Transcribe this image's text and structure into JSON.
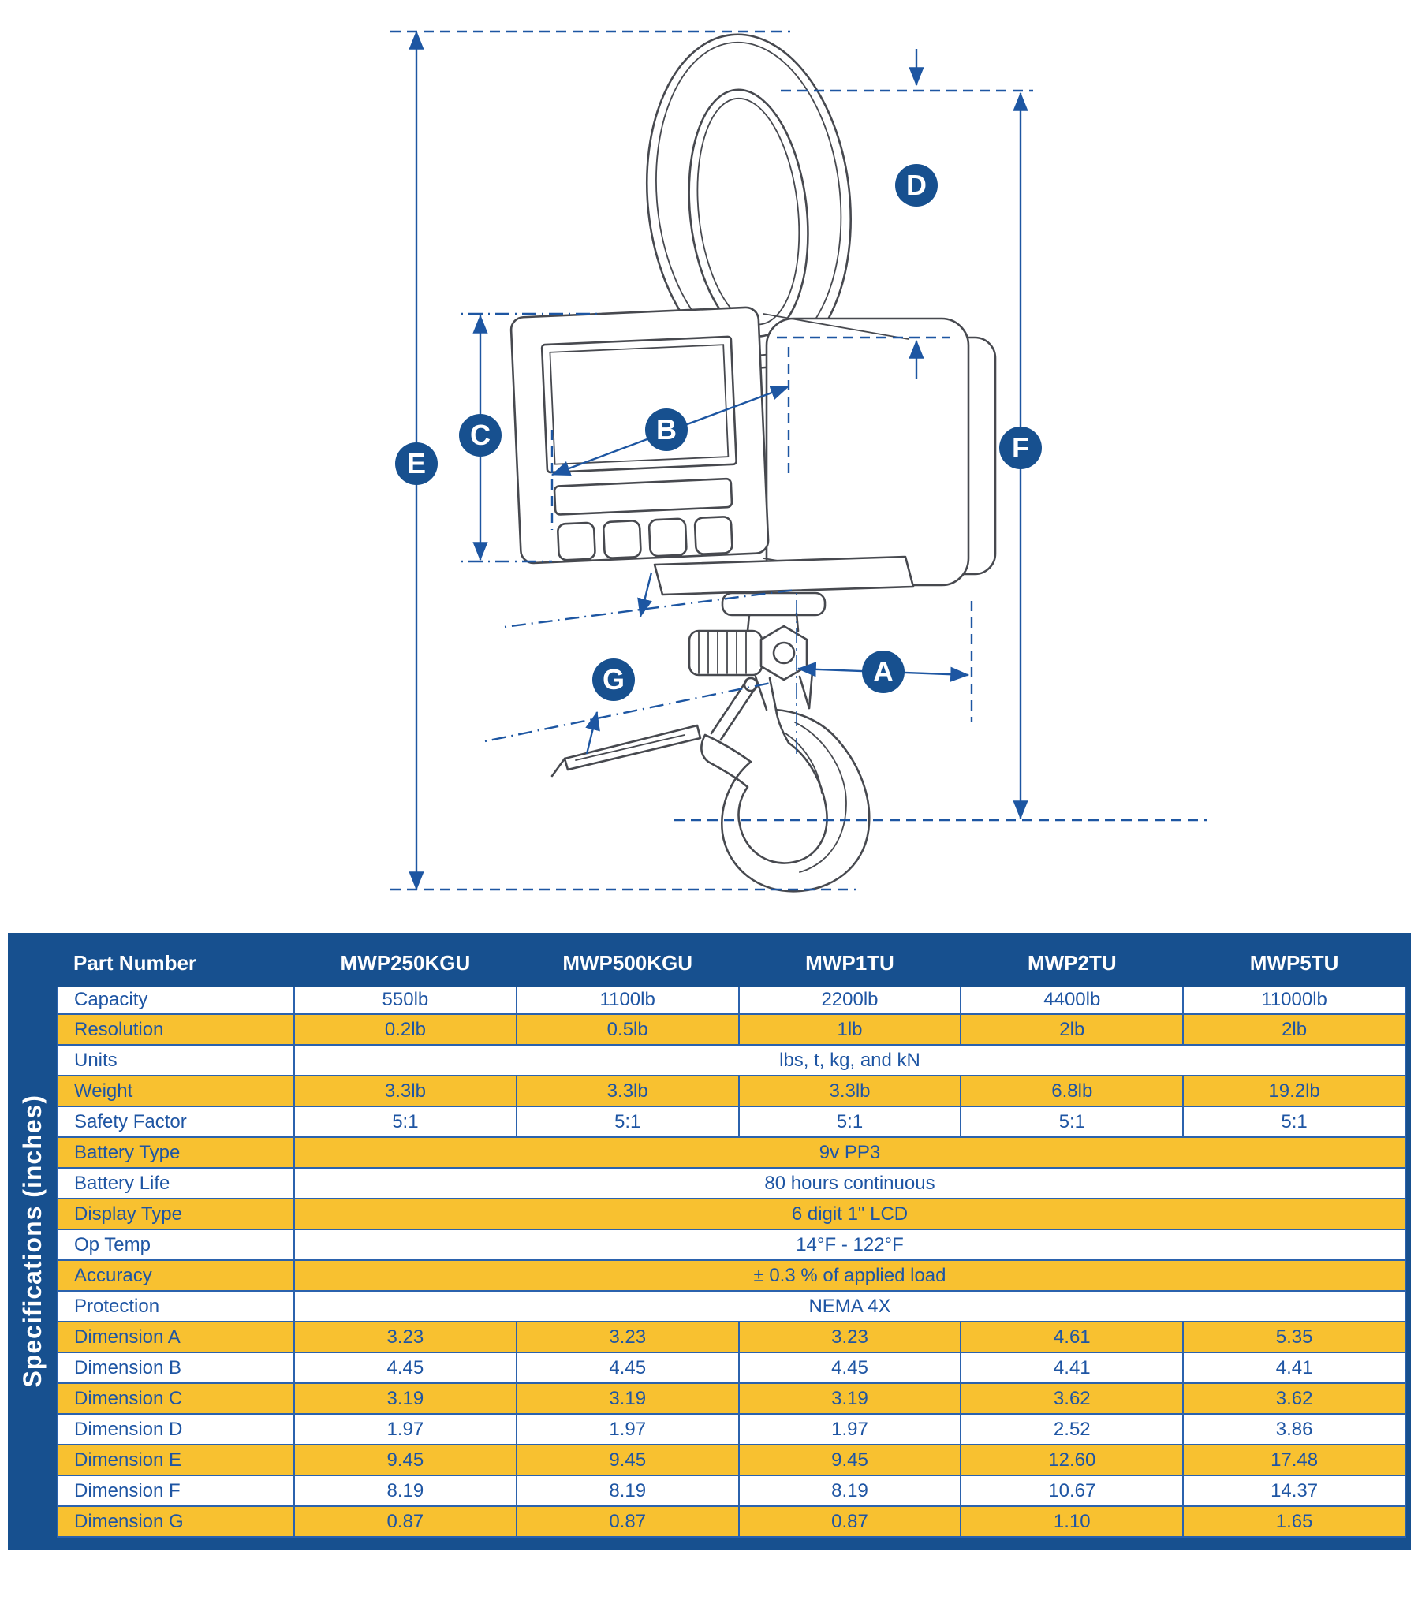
{
  "diagram": {
    "description": "crane scale line drawing with dimension callouts",
    "labels": {
      "A": "A",
      "B": "B",
      "C": "C",
      "D": "D",
      "E": "E",
      "F": "F",
      "G": "G"
    }
  },
  "table": {
    "sidebar_title": "Specifications (inches)",
    "header": {
      "part_number_label": "Part Number",
      "columns": [
        "MWP250KGU",
        "MWP500KGU",
        "MWP1TU",
        "MWP2TU",
        "MWP5TU"
      ]
    },
    "rows": [
      {
        "label": "Capacity",
        "shade": "white",
        "cells": [
          "550lb",
          "1100lb",
          "2200lb",
          "4400lb",
          "11000lb"
        ]
      },
      {
        "label": "Resolution",
        "shade": "yellow",
        "cells": [
          "0.2lb",
          "0.5lb",
          "1lb",
          "2lb",
          "2lb"
        ]
      },
      {
        "label": "Units",
        "shade": "white",
        "span": "lbs, t, kg, and kN"
      },
      {
        "label": "Weight",
        "shade": "yellow",
        "cells": [
          "3.3lb",
          "3.3lb",
          "3.3lb",
          "6.8lb",
          "19.2lb"
        ]
      },
      {
        "label": "Safety Factor",
        "shade": "white",
        "cells": [
          "5:1",
          "5:1",
          "5:1",
          "5:1",
          "5:1"
        ]
      },
      {
        "label": "Battery Type",
        "shade": "yellow",
        "span": "9v PP3"
      },
      {
        "label": "Battery Life",
        "shade": "white",
        "span": "80 hours continuous"
      },
      {
        "label": "Display Type",
        "shade": "yellow",
        "span": "6 digit 1\" LCD"
      },
      {
        "label": "Op Temp",
        "shade": "white",
        "span": "14°F - 122°F"
      },
      {
        "label": "Accuracy",
        "shade": "yellow",
        "span": "± 0.3 % of applied load"
      },
      {
        "label": "Protection",
        "shade": "white",
        "span": "NEMA 4X"
      },
      {
        "label": "Dimension A",
        "shade": "yellow",
        "cells": [
          "3.23",
          "3.23",
          "3.23",
          "4.61",
          "5.35"
        ]
      },
      {
        "label": "Dimension B",
        "shade": "white",
        "cells": [
          "4.45",
          "4.45",
          "4.45",
          "4.41",
          "4.41"
        ]
      },
      {
        "label": "Dimension C",
        "shade": "yellow",
        "cells": [
          "3.19",
          "3.19",
          "3.19",
          "3.62",
          "3.62"
        ]
      },
      {
        "label": "Dimension D",
        "shade": "white",
        "cells": [
          "1.97",
          "1.97",
          "1.97",
          "2.52",
          "3.86"
        ]
      },
      {
        "label": "Dimension E",
        "shade": "yellow",
        "cells": [
          "9.45",
          "9.45",
          "9.45",
          "12.60",
          "17.48"
        ]
      },
      {
        "label": "Dimension F",
        "shade": "white",
        "cells": [
          "8.19",
          "8.19",
          "8.19",
          "10.67",
          "14.37"
        ]
      },
      {
        "label": "Dimension G",
        "shade": "yellow",
        "cells": [
          "0.87",
          "0.87",
          "0.87",
          "1.10",
          "1.65"
        ]
      }
    ]
  },
  "colors": {
    "table_frame_blue": "#17508f",
    "row_yellow": "#f8c130",
    "cell_border_blue": "#2b62ad",
    "cell_text_blue": "#1e55a3",
    "dimension_line_blue": "#1d56a2",
    "drawing_ink": "#47494f"
  }
}
